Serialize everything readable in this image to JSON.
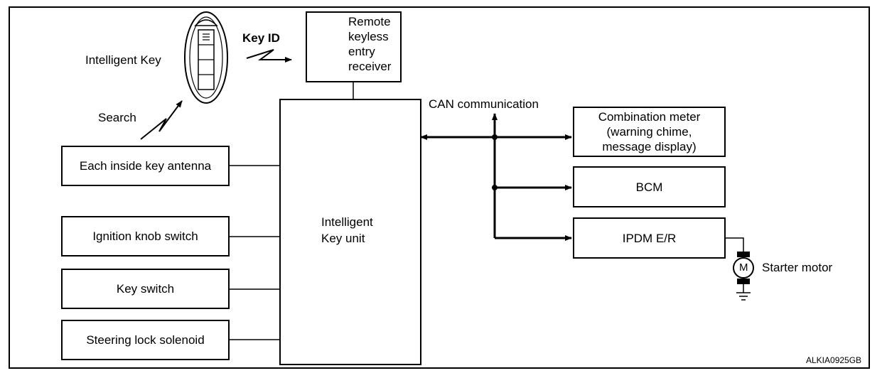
{
  "diagram": {
    "code": "ALKIA0925GB",
    "labels": {
      "intelligent_key": "Intelligent Key",
      "key_id": "Key ID",
      "search": "Search",
      "can_communication": "CAN communication",
      "starter_motor": "Starter motor",
      "motor_symbol": "M"
    },
    "boxes": {
      "remote_receiver": [
        "Remote",
        "keyless",
        "entry",
        "receiver"
      ],
      "each_inside_antenna": "Each inside key antenna",
      "ignition_knob_switch": "Ignition knob switch",
      "key_switch": "Key switch",
      "steering_lock_solenoid": "Steering lock solenoid",
      "intelligent_key_unit": [
        "Intelligent",
        "Key unit"
      ],
      "combination_meter": [
        "Combination meter",
        "(warning chime,",
        "message display)"
      ],
      "bcm": "BCM",
      "ipdm": "IPDM E/R"
    }
  }
}
